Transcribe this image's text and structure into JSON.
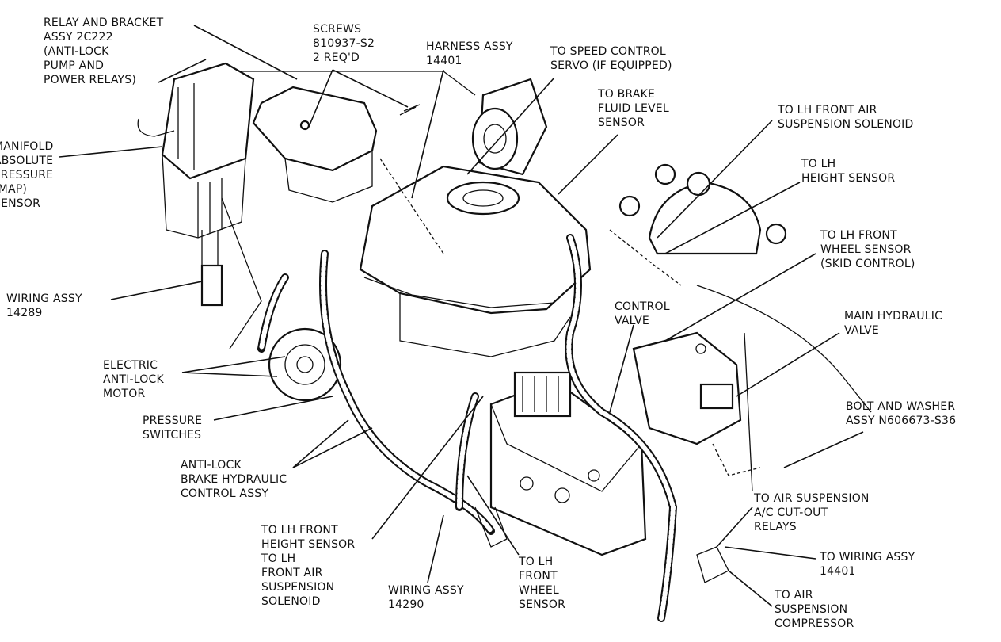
{
  "labels": {
    "relay_bracket": [
      "RELAY AND BRACKET",
      "ASSY 2C222",
      "(ANTI-LOCK",
      "PUMP AND",
      "POWER RELAYS)"
    ],
    "screws": [
      "SCREWS",
      "810937-S2",
      "2 REQ'D"
    ],
    "harness_assy": [
      "HARNESS ASSY",
      "14401"
    ],
    "speed_control": [
      "TO SPEED CONTROL",
      "SERVO (IF EQUIPPED)"
    ],
    "brake_fluid": [
      "TO BRAKE",
      "FLUID LEVEL",
      "SENSOR"
    ],
    "lh_air_solenoid": [
      "TO LH FRONT AIR",
      "SUSPENSION SOLENOID"
    ],
    "lh_height": [
      "TO LH",
      "HEIGHT SENSOR"
    ],
    "lh_wheel_sensor": [
      "TO LH FRONT",
      "WHEEL SENSOR",
      "(SKID CONTROL)"
    ],
    "map_sensor": [
      "MANIFOLD",
      "ABSOLUTE",
      "PRESSURE",
      "(MAP)",
      "SENSOR"
    ],
    "wiring_14289": [
      "WIRING ASSY",
      "14289"
    ],
    "control_valve": [
      "CONTROL",
      "VALVE"
    ],
    "main_hydraulic": [
      "MAIN HYDRAULIC",
      "VALVE"
    ],
    "electric_motor": [
      "ELECTRIC",
      "ANTI-LOCK",
      "MOTOR"
    ],
    "pressure_switches": [
      "PRESSURE",
      "SWITCHES"
    ],
    "bolt_washer": [
      "BOLT AND WASHER",
      "ASSY N606673-S36"
    ],
    "hydraulic_control": [
      "ANTI-LOCK",
      "BRAKE HYDRAULIC",
      "CONTROL ASSY"
    ],
    "air_cutout": [
      "TO AIR SUSPENSION",
      "A/C CUT-OUT",
      "RELAYS"
    ],
    "lh_height_solenoid": [
      "TO LH FRONT",
      "HEIGHT SENSOR",
      "TO LH",
      "FRONT AIR",
      "SUSPENSION",
      "SOLENOID"
    ],
    "wiring_14290": [
      "WIRING ASSY",
      "14290"
    ],
    "lh_front_wheel": [
      "TO LH",
      "FRONT",
      "WHEEL",
      "SENSOR"
    ],
    "wiring_14401": [
      "TO WIRING ASSY",
      "14401"
    ],
    "air_compressor": [
      "TO AIR",
      "SUSPENSION",
      "COMPRESSOR"
    ]
  }
}
